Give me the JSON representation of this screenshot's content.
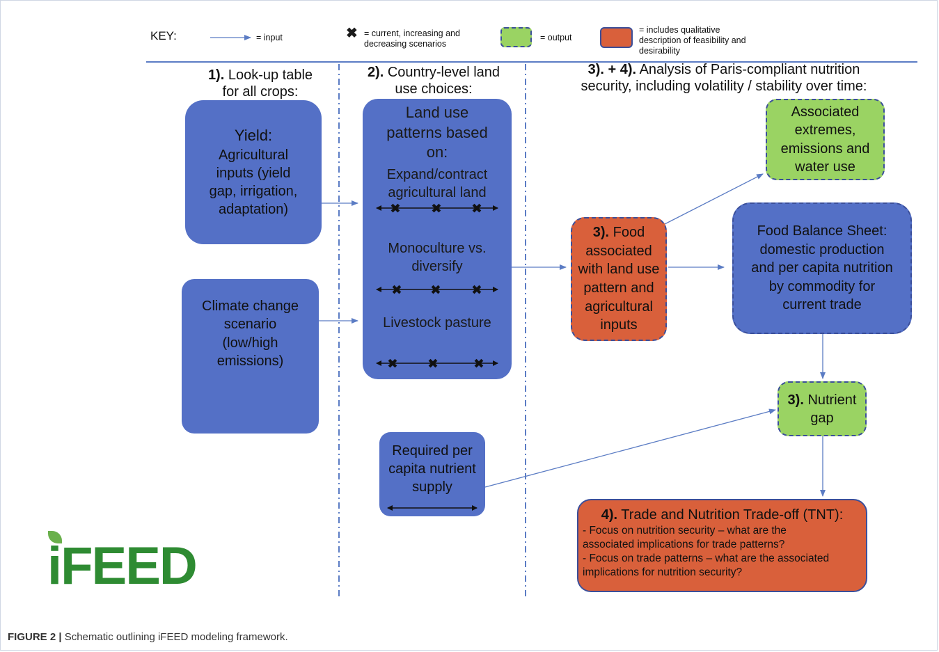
{
  "key": {
    "label": "KEY:",
    "input_label": "= input",
    "scenarios_label_1": "= current, increasing and",
    "scenarios_label_2": "decreasing scenarios",
    "output_label": "= output",
    "qualitative_label_1": "= includes qualitative",
    "qualitative_label_2": "description of feasibility and",
    "qualitative_label_3": "desirability"
  },
  "sections": {
    "s1_num": "1).",
    "s1_line1": "Look-up table",
    "s1_line2": "for all crops:",
    "s2_num": "2).",
    "s2_line1": "Country-level land",
    "s2_line2": "use choices:",
    "s34_num": "3). + 4).",
    "s34_line1": "Analysis of Paris-compliant nutrition",
    "s34_line2": "security, including volatility / stability over time:"
  },
  "boxes": {
    "yield": [
      "Yield:",
      "Agricultural",
      "inputs (yield",
      "gap, irrigation,",
      "adaptation)"
    ],
    "climate": [
      "Climate change",
      "scenario",
      "(low/high",
      "emissions)"
    ],
    "landuse_title": [
      "Land use",
      "patterns based",
      "on:"
    ],
    "landuse_expand": [
      "Expand/contract",
      "agricultural land"
    ],
    "landuse_mono": [
      "Monoculture vs.",
      "diversify"
    ],
    "landuse_livestock": "Livestock pasture",
    "required": [
      "Required per",
      "capita nutrient",
      "supply"
    ],
    "food_num": "3).",
    "food": [
      "Food",
      "associated",
      "with land use",
      "pattern and",
      "agricultural",
      "inputs"
    ],
    "extremes": [
      "Associated",
      "extremes,",
      "emissions and",
      "water use"
    ],
    "fbs": [
      "Food Balance Sheet:",
      "domestic production",
      "and per capita nutrition",
      "by commodity for",
      "current trade"
    ],
    "gap_num": "3).",
    "gap": [
      "Nutrient",
      "gap"
    ],
    "tnt_num": "4).",
    "tnt_title": "Trade and Nutrition Trade-off (TNT):",
    "tnt_lines": [
      "- Focus on nutrition security – what are the",
      "associated implications for trade patterns?",
      "- Focus on trade patterns – what are the associated",
      "implications for nutrition security?"
    ]
  },
  "logo": "iFEED",
  "caption": {
    "label": "FIGURE 2 |",
    "text": " Schematic outlining iFEED modeling framework."
  },
  "colors": {
    "blue": "#5470c6",
    "orange": "#d9603b",
    "green": "#9ad363",
    "line": "#5b7cc4",
    "logo": "#2e8b32"
  }
}
